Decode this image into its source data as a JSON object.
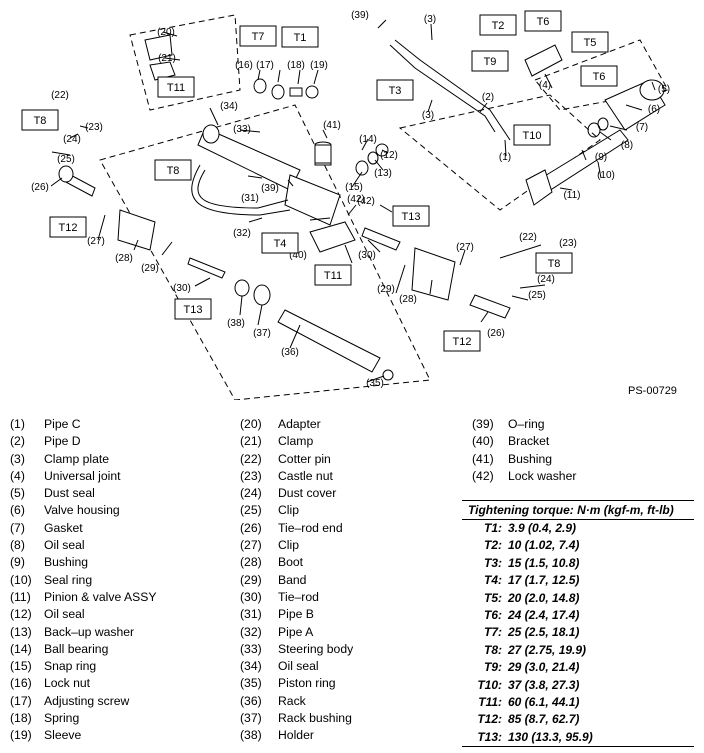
{
  "diagram_code": "PS-00729",
  "legend": [
    {
      "n": "(1)",
      "name": "Pipe C"
    },
    {
      "n": "(2)",
      "name": "Pipe D"
    },
    {
      "n": "(3)",
      "name": "Clamp plate"
    },
    {
      "n": "(4)",
      "name": "Universal joint"
    },
    {
      "n": "(5)",
      "name": "Dust seal"
    },
    {
      "n": "(6)",
      "name": "Valve housing"
    },
    {
      "n": "(7)",
      "name": "Gasket"
    },
    {
      "n": "(8)",
      "name": "Oil seal"
    },
    {
      "n": "(9)",
      "name": "Bushing"
    },
    {
      "n": "(10)",
      "name": "Seal ring"
    },
    {
      "n": "(11)",
      "name": "Pinion & valve ASSY"
    },
    {
      "n": "(12)",
      "name": "Oil seal"
    },
    {
      "n": "(13)",
      "name": "Back–up washer"
    },
    {
      "n": "(14)",
      "name": "Ball bearing"
    },
    {
      "n": "(15)",
      "name": "Snap ring"
    },
    {
      "n": "(16)",
      "name": "Lock nut"
    },
    {
      "n": "(17)",
      "name": "Adjusting screw"
    },
    {
      "n": "(18)",
      "name": "Spring"
    },
    {
      "n": "(19)",
      "name": "Sleeve"
    },
    {
      "n": "(20)",
      "name": "Adapter"
    },
    {
      "n": "(21)",
      "name": "Clamp"
    },
    {
      "n": "(22)",
      "name": "Cotter pin"
    },
    {
      "n": "(23)",
      "name": "Castle nut"
    },
    {
      "n": "(24)",
      "name": "Dust cover"
    },
    {
      "n": "(25)",
      "name": "Clip"
    },
    {
      "n": "(26)",
      "name": "Tie–rod end"
    },
    {
      "n": "(27)",
      "name": "Clip"
    },
    {
      "n": "(28)",
      "name": "Boot"
    },
    {
      "n": "(29)",
      "name": "Band"
    },
    {
      "n": "(30)",
      "name": "Tie–rod"
    },
    {
      "n": "(31)",
      "name": "Pipe B"
    },
    {
      "n": "(32)",
      "name": "Pipe A"
    },
    {
      "n": "(33)",
      "name": "Steering body"
    },
    {
      "n": "(34)",
      "name": "Oil seal"
    },
    {
      "n": "(35)",
      "name": "Piston ring"
    },
    {
      "n": "(36)",
      "name": "Rack"
    },
    {
      "n": "(37)",
      "name": "Rack bushing"
    },
    {
      "n": "(38)",
      "name": "Holder"
    },
    {
      "n": "(39)",
      "name": "O–ring"
    },
    {
      "n": "(40)",
      "name": "Bracket"
    },
    {
      "n": "(41)",
      "name": "Bushing"
    },
    {
      "n": "(42)",
      "name": "Lock washer"
    }
  ],
  "torque": {
    "heading": "Tightening torque: N·m (kgf-m, ft-lb)",
    "items": [
      {
        "k": "T1:",
        "v": "3.9 (0.4, 2.9)"
      },
      {
        "k": "T2:",
        "v": "10 (1.02, 7.4)"
      },
      {
        "k": "T3:",
        "v": "15 (1.5, 10.8)"
      },
      {
        "k": "T4:",
        "v": "17 (1.7, 12.5)"
      },
      {
        "k": "T5:",
        "v": "20 (2.0, 14.8)"
      },
      {
        "k": "T6:",
        "v": "24 (2.4, 17.4)"
      },
      {
        "k": "T7:",
        "v": "25 (2.5, 18.1)"
      },
      {
        "k": "T8:",
        "v": "27 (2.75, 19.9)"
      },
      {
        "k": "T9:",
        "v": "29 (3.0, 21.4)"
      },
      {
        "k": "T10:",
        "v": "37 (3.8, 27.3)"
      },
      {
        "k": "T11:",
        "v": "60 (6.1, 44.1)"
      },
      {
        "k": "T12:",
        "v": "85 (8.7, 62.7)"
      },
      {
        "k": "T13:",
        "v": "130 (13.3, 95.9)"
      }
    ]
  },
  "callouts": [
    "(1)",
    "(2)",
    "(3)",
    "(3)",
    "(3)",
    "(4)",
    "(5)",
    "(6)",
    "(7)",
    "(8)",
    "(9)",
    "(10)",
    "(11)",
    "(12)",
    "(13)",
    "(14)",
    "(15)",
    "(16)",
    "(17)",
    "(18)",
    "(19)",
    "(20)",
    "(21)",
    "(22)",
    "(22)",
    "(23)",
    "(23)",
    "(24)",
    "(24)",
    "(25)",
    "(25)",
    "(26)",
    "(26)",
    "(27)",
    "(27)",
    "(28)",
    "(28)",
    "(29)",
    "(29)",
    "(30)",
    "(30)",
    "(31)",
    "(32)",
    "(33)",
    "(34)",
    "(35)",
    "(36)",
    "(37)",
    "(38)",
    "(39)",
    "(39)",
    "(40)",
    "(41)",
    "(42)",
    "(42)"
  ],
  "torque_boxes": [
    "T1",
    "T2",
    "T3",
    "T4",
    "T5",
    "T6",
    "T6",
    "T7",
    "T8",
    "T8",
    "T8",
    "T9",
    "T10",
    "T11",
    "T11",
    "T12",
    "T12",
    "T13",
    "T13"
  ]
}
